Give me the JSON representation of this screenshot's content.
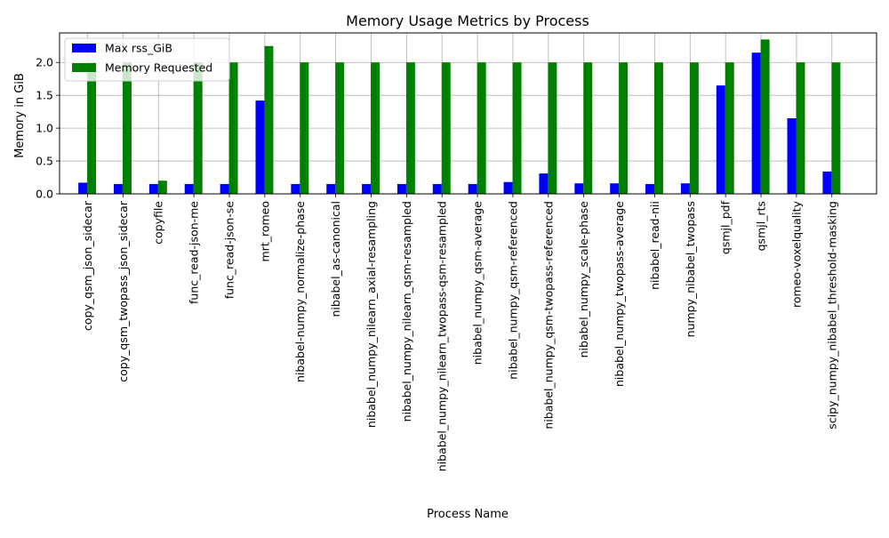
{
  "chart_data": {
    "type": "bar",
    "title": "Memory Usage Metrics by Process",
    "xlabel": "Process Name",
    "ylabel": "Memory in GiB",
    "ylim": [
      0,
      2.45
    ],
    "yticks": [
      "0.0",
      "0.5",
      "1.0",
      "1.5",
      "2.0"
    ],
    "ytick_values": [
      0,
      0.5,
      1.0,
      1.5,
      2.0
    ],
    "grid": true,
    "legend_position": "top-left",
    "categories": [
      "copy_qsm_json_sidecar",
      "copy_qsm_twopass_json_sidecar",
      "copyfile",
      "func_read-json-me",
      "func_read-json-se",
      "mrt_romeo",
      "nibabel-numpy_normalize-phase",
      "nibabel_as-canonical",
      "nibabel_numpy_nilearn_axial-resampling",
      "nibabel_numpy_nilearn_qsm-resampled",
      "nibabel_numpy_nilearn_twopass-qsm-resampled",
      "nibabel_numpy_qsm-average",
      "nibabel_numpy_qsm-referenced",
      "nibabel_numpy_qsm-twopass-referenced",
      "nibabel_numpy_scale-phase",
      "nibabel_numpy_twopass-average",
      "nibabel_read-nii",
      "numpy_nibabel_twopass",
      "qsmjl_pdf",
      "qsmjl_rts",
      "romeo-voxelquality",
      "scipy_numpy_nibabel_threshold-masking"
    ],
    "series": [
      {
        "name": "Max rss_GiB",
        "color": "#0000ff",
        "values": [
          0.17,
          0.15,
          0.15,
          0.15,
          0.15,
          1.42,
          0.15,
          0.15,
          0.15,
          0.15,
          0.15,
          0.15,
          0.18,
          0.31,
          0.16,
          0.16,
          0.15,
          0.16,
          1.65,
          2.15,
          1.15,
          0.34
        ]
      },
      {
        "name": "Memory Requested",
        "color": "#008000",
        "values": [
          2.0,
          2.0,
          0.2,
          2.0,
          2.0,
          2.25,
          2.0,
          2.0,
          2.0,
          2.0,
          2.0,
          2.0,
          2.0,
          2.0,
          2.0,
          2.0,
          2.0,
          2.0,
          2.0,
          2.35,
          2.0,
          2.0
        ]
      }
    ]
  }
}
